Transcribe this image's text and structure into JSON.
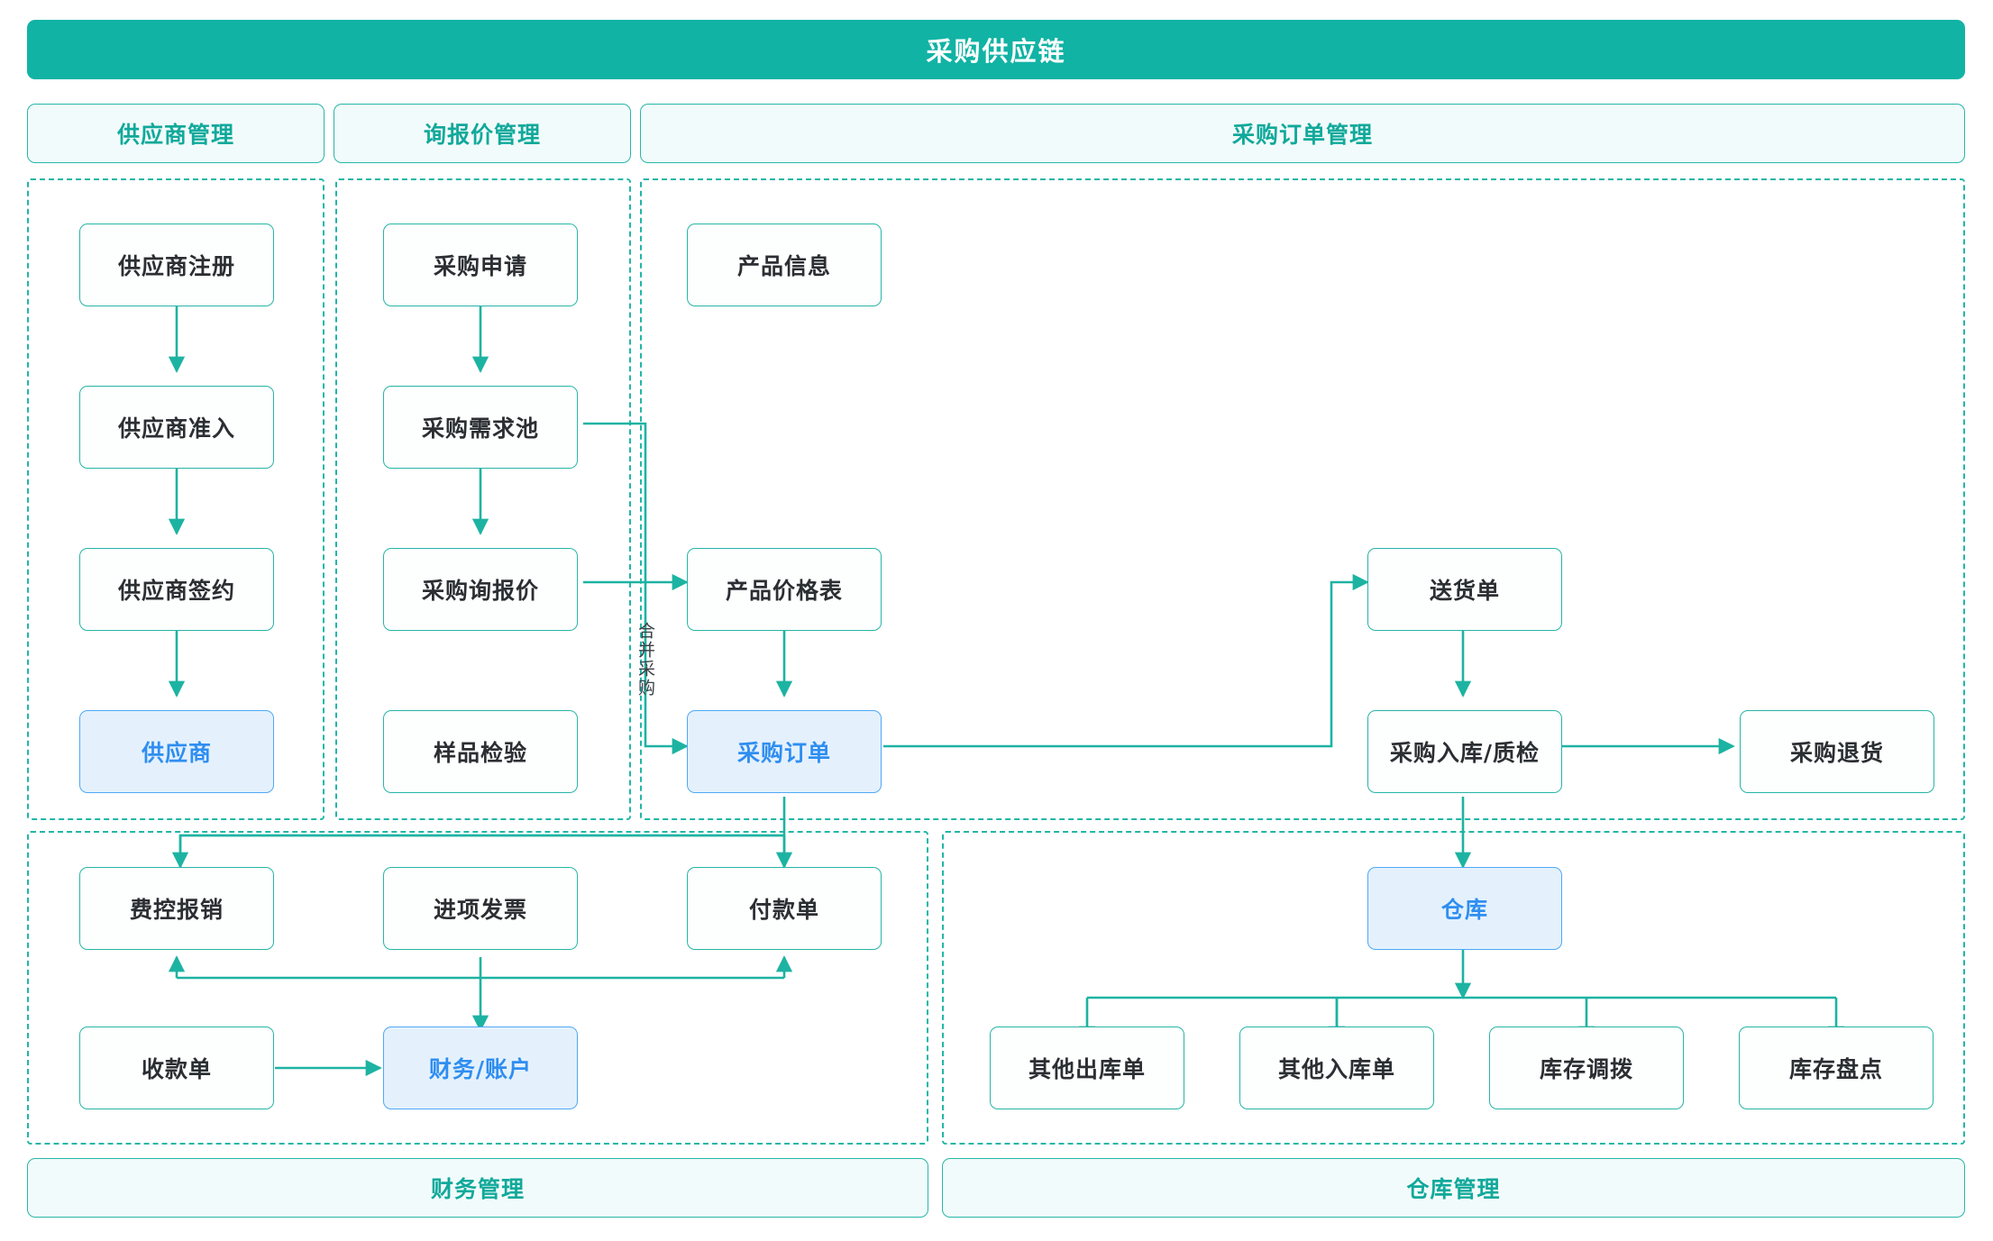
{
  "banner": {
    "title": "采购供应链"
  },
  "top_tabs": [
    {
      "label": "供应商管理"
    },
    {
      "label": "询报价管理"
    },
    {
      "label": "采购订单管理"
    }
  ],
  "bottom_tabs": [
    {
      "label": "财务管理"
    },
    {
      "label": "仓库管理"
    }
  ],
  "colors": {
    "brand_teal": "#11b3a4",
    "node_border": "#27b5a6",
    "tab_fill": "#f2fbfb",
    "tab_text": "#11a99b",
    "highlight_fill": "#e4f1fd",
    "highlight_border": "#4ea8f5",
    "highlight_text": "#2f8ef0",
    "node_text": "#2b2f33"
  },
  "edge_labels": [
    {
      "text": "合并采购"
    }
  ],
  "chart_data": {
    "type": "diagram",
    "title": "采购供应链",
    "groups": [
      {
        "name": "供应商管理",
        "nodes": [
          "供应商注册",
          "供应商准入",
          "供应商签约",
          "供应商"
        ]
      },
      {
        "name": "询报价管理",
        "nodes": [
          "采购申请",
          "采购需求池",
          "采购询报价",
          "样品检验"
        ]
      },
      {
        "name": "采购订单管理",
        "nodes": [
          "产品信息",
          "产品价格表",
          "采购订单",
          "送货单",
          "采购入库/质检",
          "采购退货"
        ]
      },
      {
        "name": "财务管理",
        "nodes": [
          "费控报销",
          "进项发票",
          "付款单",
          "收款单",
          "财务/账户"
        ]
      },
      {
        "name": "仓库管理",
        "nodes": [
          "仓库",
          "其他出库单",
          "其他入库单",
          "库存调拨",
          "库存盘点"
        ]
      }
    ],
    "highlighted_nodes": [
      "供应商",
      "采购订单",
      "财务/账户",
      "仓库"
    ],
    "edges": [
      {
        "from": "供应商注册",
        "to": "供应商准入"
      },
      {
        "from": "供应商准入",
        "to": "供应商签约"
      },
      {
        "from": "供应商签约",
        "to": "供应商"
      },
      {
        "from": "采购申请",
        "to": "采购需求池"
      },
      {
        "from": "采购需求池",
        "to": "采购询报价"
      },
      {
        "from": "采购需求池",
        "to": "采购订单",
        "label": "合并采购"
      },
      {
        "from": "采购询报价",
        "to": "产品价格表"
      },
      {
        "from": "产品价格表",
        "to": "采购订单"
      },
      {
        "from": "采购订单",
        "to": "送货单"
      },
      {
        "from": "送货单",
        "to": "采购入库/质检"
      },
      {
        "from": "采购入库/质检",
        "to": "采购退货"
      },
      {
        "from": "采购入库/质检",
        "to": "仓库"
      },
      {
        "from": "采购订单",
        "to": "进项发票"
      },
      {
        "from": "采购订单",
        "to": "付款单"
      },
      {
        "from": "进项发票",
        "to": "财务/账户"
      },
      {
        "from": "财务/账户",
        "to": "费控报销"
      },
      {
        "from": "财务/账户",
        "to": "付款单"
      },
      {
        "from": "收款单",
        "to": "财务/账户"
      },
      {
        "from": "仓库",
        "to": "其他出库单"
      },
      {
        "from": "仓库",
        "to": "其他入库单"
      },
      {
        "from": "仓库",
        "to": "库存调拨"
      },
      {
        "from": "仓库",
        "to": "库存盘点"
      }
    ]
  },
  "nodes": {
    "supplier_register": "供应商注册",
    "supplier_admit": "供应商准入",
    "supplier_sign": "供应商签约",
    "supplier": "供应商",
    "purchase_request": "采购申请",
    "demand_pool": "采购需求池",
    "rfq": "采购询报价",
    "sample_check": "样品检验",
    "product_info": "产品信息",
    "price_list": "产品价格表",
    "purchase_order": "采购订单",
    "delivery_note": "送货单",
    "inbound_qc": "采购入库/质检",
    "purchase_return": "采购退货",
    "expense_claim": "费控报销",
    "input_invoice": "进项发票",
    "payment_voucher": "付款单",
    "receipt_voucher": "收款单",
    "finance_account": "财务/账户",
    "warehouse": "仓库",
    "other_outbound": "其他出库单",
    "other_inbound": "其他入库单",
    "stock_transfer": "库存调拨",
    "stock_count": "库存盘点"
  }
}
